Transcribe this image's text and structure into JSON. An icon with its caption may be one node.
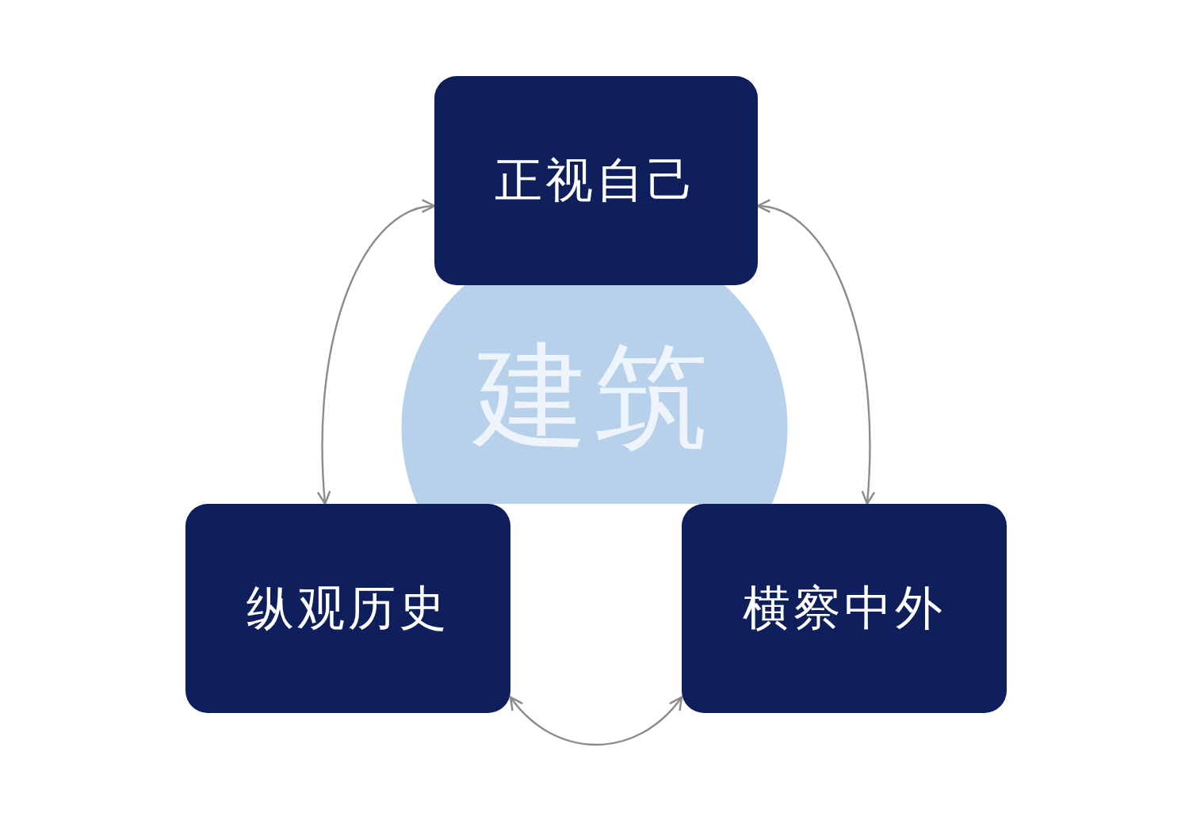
{
  "diagram": {
    "nodes": [
      {
        "text": [
          "正视自己"
        ]
      },
      {
        "text": [
          "建筑"
        ]
      },
      {
        "text": [
          "纵观历史"
        ]
      },
      {
        "text": [
          "横察中外"
        ]
      }
    ],
    "edges": [
      {
        "from": 0,
        "to": 2,
        "arrow": "both"
      },
      {
        "from": 0,
        "to": 3,
        "arrow": "both"
      },
      {
        "from": 2,
        "to": 3,
        "arrow": "both"
      }
    ]
  }
}
